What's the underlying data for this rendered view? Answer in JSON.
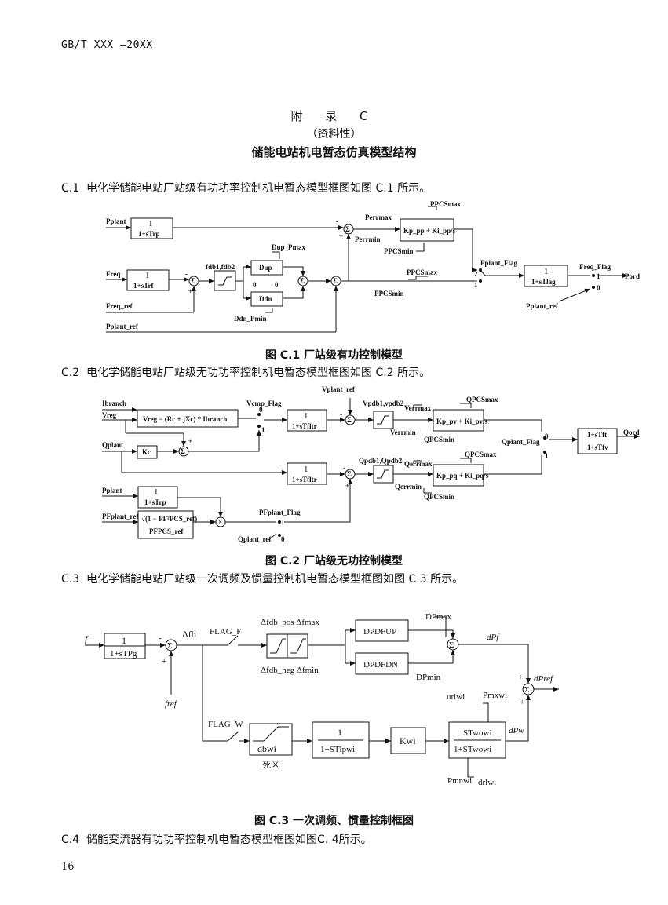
{
  "header": {
    "code": "GB/T XXX —20XX"
  },
  "appendix": {
    "title": "附 录 C",
    "nature": "（资料性）",
    "subtitle": "储能电站机电暂态仿真模型结构"
  },
  "sections": [
    {
      "num": "C.1",
      "text": "电化学储能电站厂站级有功功率控制机电暂态模型框图如图 C.1 所示。"
    },
    {
      "num": "C.2",
      "text": "电化学储能电站厂站级无功功率控制机电暂态模型框图如图 C.2 所示。"
    },
    {
      "num": "C.3",
      "text": "电化学储能电站厂站级一次调频及惯量控制机电暂态模型框图如图 C.3 所示。"
    },
    {
      "num": "C.4",
      "text": "储能变流器有功功率控制机电暂态模型框图如图C. 4所示。"
    }
  ],
  "figures": [
    {
      "caption": "图 C.1  厂站级有功控制模型"
    },
    {
      "caption": "图 C.2  厂站级无功控制模型"
    },
    {
      "caption": "图 C.3  一次调频、惯量控制框图"
    }
  ],
  "fig1": {
    "pplant": "Pplant",
    "freq": "Freq",
    "freq_ref": "Freq_ref",
    "pplant_ref": "Pplant_ref",
    "lag1_num": "1",
    "lag1_den": "1+sTrp",
    "lag2_num": "1",
    "lag2_den": "1+sTrf",
    "fdb": "fdb1,fdb2",
    "dup_pmax": "Dup_Pmax",
    "ddn_pmin": "Ddn_Pmin",
    "dup": "Dup",
    "ddn": "Ddn",
    "zero": "0",
    "perrmax": "Perrmax",
    "perrmin": "Perrmin",
    "pi_block": "Kp_pp + Ki_pp/s",
    "ppcs_max": "PPCSmax",
    "ppcs_min": "PPCSmin",
    "pplant_flag": "Pplant_Flag",
    "lag3_num": "1",
    "lag3_den": "1+sTlag",
    "freq_flag": "Freq_Flag",
    "pord": "Pord",
    "pplant_ref2": "Pplant_ref",
    "sw2": "2",
    "sw1": "1",
    "sw_one": "1",
    "sw_zero": "0",
    "minus": "-",
    "plus": "+",
    "sigma": "Σ"
  },
  "fig2": {
    "ibranch": "Ibranch",
    "vreg": "Vreg",
    "qplant": "Qplant",
    "pplant": "Pplant",
    "pfplant_ref": "PFplant_ref",
    "vcomp_expr": "Vreg − (Rc + jXc) * Ibranch",
    "kc": "Kc",
    "vcmp_flag": "Vcmp_Flag",
    "vplant_ref": "Vplant_ref",
    "vpdb": "Vpdb1,vpdb2",
    "verrmax": "Verrmax",
    "verrmin": "Verrmin",
    "qpcs_max": "QPCSmax",
    "qpcs_min": "QPCSmin",
    "pi_v": "Kp_pv + Ki_pv/s",
    "pi_q": "Kp_pq + Ki_pq/s",
    "lag_num": "1",
    "lag_den": "1+sTfltr",
    "lead_num": "1+sTft",
    "lead_den": "1+sTfv",
    "qplant_flag": "Qplant_Flag",
    "qord": "Qord",
    "qpdb": "Qpdb1,Qpdb2",
    "qerrmax": "Qerrmax",
    "qerrmin": "Qerrmin",
    "pflag_num": "1",
    "pflag_den": "1+sTrp",
    "pf_num": "√(1 − PF²PCS_ref)",
    "pf_den": "PFPCS_ref",
    "pfplant_flag": "PFplant_Flag",
    "qplant_ref": "Qplant_ref",
    "zero": "0",
    "one": "1",
    "minus": "-",
    "plus": "+",
    "sigma": "Σ",
    "times": "×"
  },
  "fig3": {
    "f": "f",
    "lag_num": "1",
    "lag_den": "1+sTPg",
    "fref": "fref",
    "delta_fb": "Δfb",
    "flag_f": "FLAG_F",
    "flag_w": "FLAG_W",
    "db_top": "Δfdb_pos  Δfmax",
    "db_bot": "Δfdb_neg  Δfmin",
    "dpdf_up": "DPDFUP",
    "dpdf_dn": "DPDFDN",
    "dpmax": "DPmax",
    "dpmin": "DPmin",
    "dpf": "dPf",
    "dpref": "dPref",
    "dpw": "dPw",
    "urlwi": "urlwi",
    "pmxwi": "Pmxwi",
    "drlwi": "drlwi",
    "pmnwi": "Pmnwi",
    "dbwi": "dbwi",
    "deadzone": "死区",
    "lpwi_num": "1",
    "lpwi_den": "1+STlpwi",
    "kwi": "Kwi",
    "wo_num": "STwowi",
    "wo_den": "1+STwowi",
    "minus": "-",
    "plus": "+",
    "sigma": "Σ"
  },
  "page_number": "16"
}
